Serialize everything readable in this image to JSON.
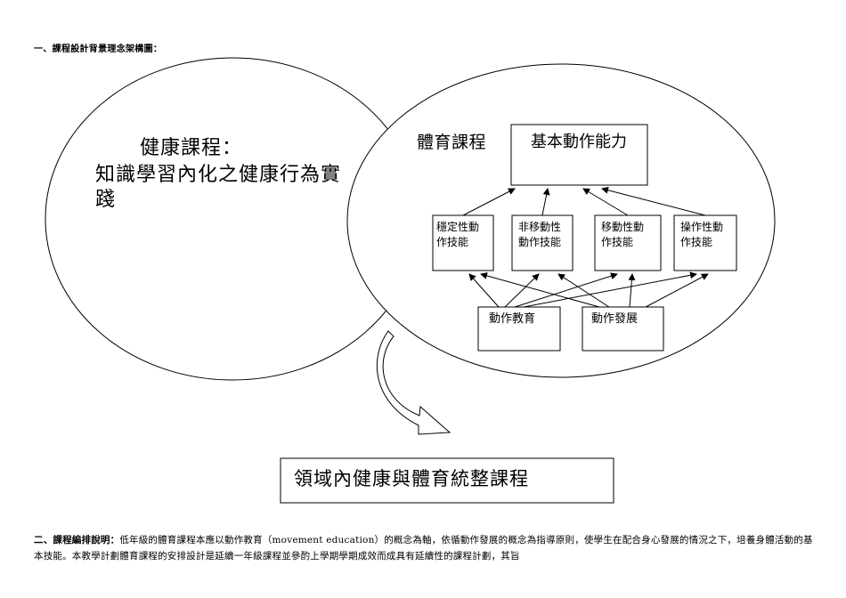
{
  "section1": {
    "heading": "一、課程設計背景理念架構圖："
  },
  "diagram": {
    "health": {
      "title": "健康課程：",
      "description": "知識學習內化之健康行為實踐"
    },
    "pe": {
      "title": "體育課程",
      "basic_ability": "基本動作能力",
      "skills": [
        {
          "line1": "穩定性動",
          "line2": "作技能"
        },
        {
          "line1": "非移動性",
          "line2": "動作技能"
        },
        {
          "line1": "移動性動",
          "line2": "作技能"
        },
        {
          "line1": "操作性動",
          "line2": "作技能"
        }
      ],
      "movement_education": "動作教育",
      "movement_development": "動作發展"
    },
    "integrated_course": "領域內健康與體育統整課程"
  },
  "section2": {
    "heading": "二、課程編排說明：",
    "body": "低年級的體育課程本應以動作教育（movement education）的概念為軸，依循動作發展的概念為指導原則，使學生在配合身心發展的情況之下，培養身體活動的基本技能。本教學計劃體育課程的安排設計是延續一年級課程並參酌上學期學期成效而成具有延續性的課程計劃，其旨"
  }
}
